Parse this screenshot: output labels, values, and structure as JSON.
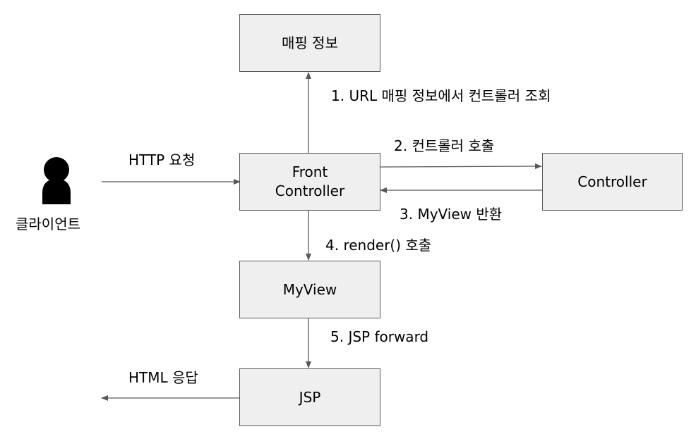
{
  "boxes": {
    "mapping": "매핑 정보",
    "front_line1": "Front",
    "front_line2": "Controller",
    "controller": "Controller",
    "myview": "MyView",
    "jsp": "JSP"
  },
  "client_label": "클라이언트",
  "edges": {
    "http_request": "HTTP 요청",
    "step1": "1. URL 매핑 정보에서 컨트롤러 조회",
    "step2": "2. 컨트롤러 호출",
    "step3": "3. MyView 반환",
    "step4": "4. render() 호출",
    "step5": "5. JSP forward",
    "html_response": "HTML 응답"
  },
  "colors": {
    "box_fill": "#efefef",
    "box_border": "#595959",
    "line": "#595959"
  }
}
